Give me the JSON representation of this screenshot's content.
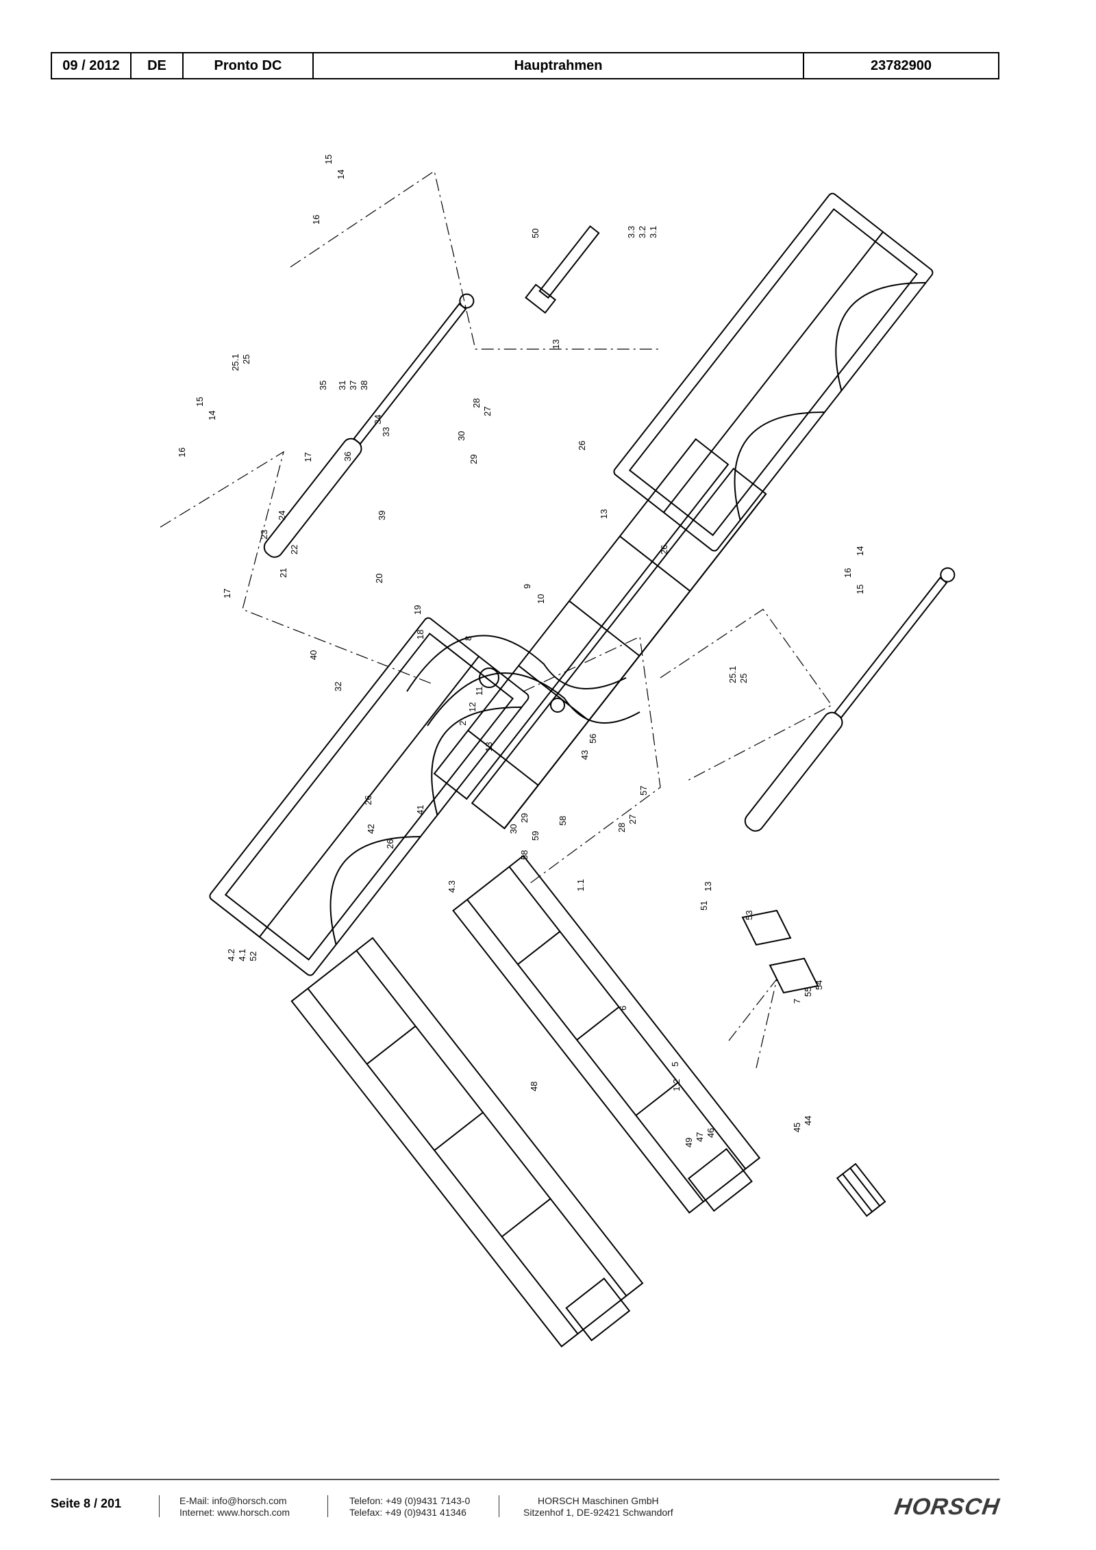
{
  "header": {
    "date": "09 / 2012",
    "lang": "DE",
    "model": "Pronto DC",
    "title": "Hauptrahmen",
    "part_number": "23782900"
  },
  "callouts": [
    "15",
    "14",
    "16",
    "50",
    "3.3",
    "3.2",
    "3.1",
    "25.1",
    "25",
    "15",
    "14",
    "16",
    "35",
    "31",
    "37",
    "38",
    "34",
    "33",
    "36",
    "28",
    "27",
    "30",
    "29",
    "26",
    "13",
    "17",
    "24",
    "23",
    "22",
    "21",
    "17",
    "39",
    "20",
    "19",
    "18",
    "9",
    "10",
    "13",
    "26",
    "14",
    "16",
    "15",
    "25.1",
    "25",
    "40",
    "32",
    "8",
    "11",
    "12",
    "2",
    "13",
    "26",
    "41",
    "42",
    "56",
    "43",
    "57",
    "58",
    "28",
    "27",
    "30",
    "29",
    "59",
    "58",
    "1.1",
    "13",
    "26",
    "4.3",
    "4.2",
    "4.1",
    "52",
    "51",
    "53",
    "54",
    "55",
    "7",
    "6",
    "5",
    "1.2",
    "48",
    "49",
    "47",
    "46",
    "45",
    "44"
  ],
  "footer": {
    "page": "Seite 8 / 201",
    "email": "E-Mail: info@horsch.com",
    "internet": "Internet: www.horsch.com",
    "phone": "Telefon: +49 (0)9431 7143-0",
    "fax": "Telefax: +49 (0)9431 41346",
    "company": "HORSCH Maschinen GmbH",
    "address": "Sitzenhof 1, DE-92421 Schwandorf",
    "logo_text": "HORSCH"
  }
}
